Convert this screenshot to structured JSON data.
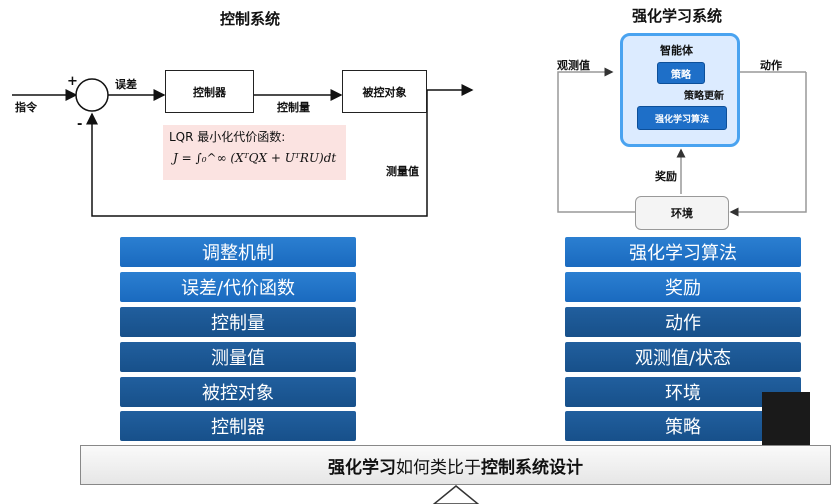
{
  "control": {
    "title": "控制系统",
    "plus": "+",
    "minus": "-",
    "input_label": "指令",
    "error_label": "误差",
    "controller": "控制器",
    "control_signal": "控制量",
    "plant": "被控对象",
    "measurement": "测量值",
    "formula_title": "LQR 最小化代价函数:",
    "formula_eq": "J = ∫₀^∞ (XᵀQX + UᵀRU)dt"
  },
  "rl": {
    "title": "强化学习系统",
    "agent": "智能体",
    "policy": "策略",
    "policy_update": "策略更新",
    "algorithm": "强化学习算法",
    "observation": "观测值",
    "action": "动作",
    "reward": "奖励",
    "environment": "环境"
  },
  "left_bars": [
    "调整机制",
    "误差/代价函数",
    "控制量",
    "测量值",
    "被控对象",
    "控制器"
  ],
  "right_bars": [
    "强化学习算法",
    "奖励",
    "动作",
    "观测值/状态",
    "环境",
    "策略"
  ],
  "bottom": {
    "part1": "强化学习",
    "part2": "如何类比于",
    "part3": "控制系统设计"
  },
  "colors": {
    "bar_light": "#1a6abf",
    "bar_dark": "#17508a",
    "agent_border": "#4aa3f0",
    "formula_bg": "#fbe3e1"
  }
}
